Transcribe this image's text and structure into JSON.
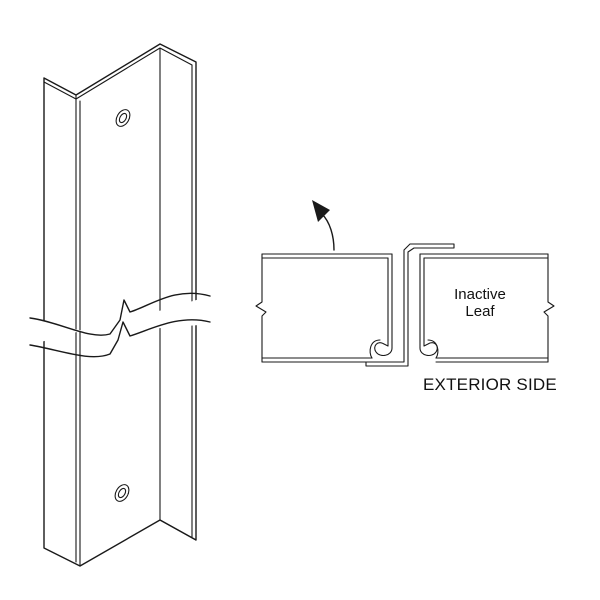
{
  "labels": {
    "inactive_leaf_line1": "Inactive",
    "inactive_leaf_line2": "Leaf",
    "exterior_side": "EXTERIOR SIDE"
  },
  "colors": {
    "line": "#1a1a1a",
    "background": "#ffffff"
  },
  "icons": {
    "swing_arrow": "curved-arrow-up-icon"
  }
}
